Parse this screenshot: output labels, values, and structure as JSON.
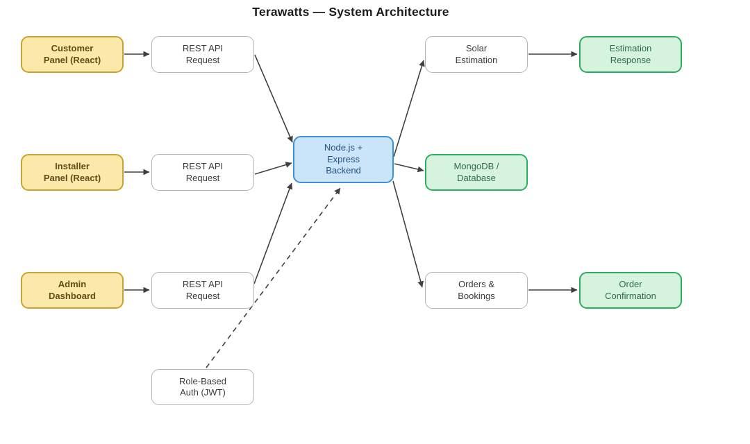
{
  "title": "Terawatts — System Architecture",
  "colors": {
    "arrow": "#404040",
    "yellow_fill": "#fce9a9",
    "yellow_border": "#c8a233",
    "yellow_text": "#5f4d17",
    "white_fill": "#ffffff",
    "white_border": "#b2b2b2",
    "white_text": "#3a3a3a",
    "blue_fill": "#cae4f9",
    "blue_border": "#4090d5",
    "blue_text": "#25537d",
    "green_fill": "#d6f3de",
    "green_border": "#2bad5f",
    "green_text": "#2f6a4c"
  },
  "nodes": [
    {
      "id": "customer-panel",
      "label": "Customer\nPanel (React)",
      "kind": "yellow"
    },
    {
      "id": "rest-api-1",
      "label": "REST API\nRequest",
      "kind": "white"
    },
    {
      "id": "solar-estimation",
      "label": "Solar\nEstimation",
      "kind": "white"
    },
    {
      "id": "estimation-response",
      "label": "Estimation\nResponse",
      "kind": "green"
    },
    {
      "id": "installer-panel",
      "label": "Installer\nPanel (React)",
      "kind": "yellow"
    },
    {
      "id": "rest-api-2",
      "label": "REST API\nRequest",
      "kind": "white"
    },
    {
      "id": "backend",
      "label": "Node.js +\nExpress\nBackend",
      "kind": "blue"
    },
    {
      "id": "mongodb",
      "label": "MongoDB /\nDatabase",
      "kind": "green"
    },
    {
      "id": "admin-dashboard",
      "label": "Admin\nDashboard",
      "kind": "yellow"
    },
    {
      "id": "rest-api-3",
      "label": "REST API\nRequest",
      "kind": "white"
    },
    {
      "id": "orders-bookings",
      "label": "Orders &\nBookings",
      "kind": "white"
    },
    {
      "id": "order-confirmation",
      "label": "Order\nConfirmation",
      "kind": "green"
    },
    {
      "id": "role-auth",
      "label": "Role-Based\nAuth (JWT)",
      "kind": "white"
    }
  ],
  "edges": [
    {
      "from": "customer-panel",
      "to": "rest-api-1",
      "style": "solid"
    },
    {
      "from": "installer-panel",
      "to": "rest-api-2",
      "style": "solid"
    },
    {
      "from": "admin-dashboard",
      "to": "rest-api-3",
      "style": "solid"
    },
    {
      "from": "rest-api-1",
      "to": "backend",
      "style": "solid"
    },
    {
      "from": "rest-api-2",
      "to": "backend",
      "style": "solid"
    },
    {
      "from": "rest-api-3",
      "to": "backend",
      "style": "solid"
    },
    {
      "from": "role-auth",
      "to": "backend",
      "style": "dashed"
    },
    {
      "from": "backend",
      "to": "solar-estimation",
      "style": "solid"
    },
    {
      "from": "backend",
      "to": "mongodb",
      "style": "solid"
    },
    {
      "from": "backend",
      "to": "orders-bookings",
      "style": "solid"
    },
    {
      "from": "solar-estimation",
      "to": "estimation-response",
      "style": "solid"
    },
    {
      "from": "orders-bookings",
      "to": "order-confirmation",
      "style": "solid"
    }
  ]
}
